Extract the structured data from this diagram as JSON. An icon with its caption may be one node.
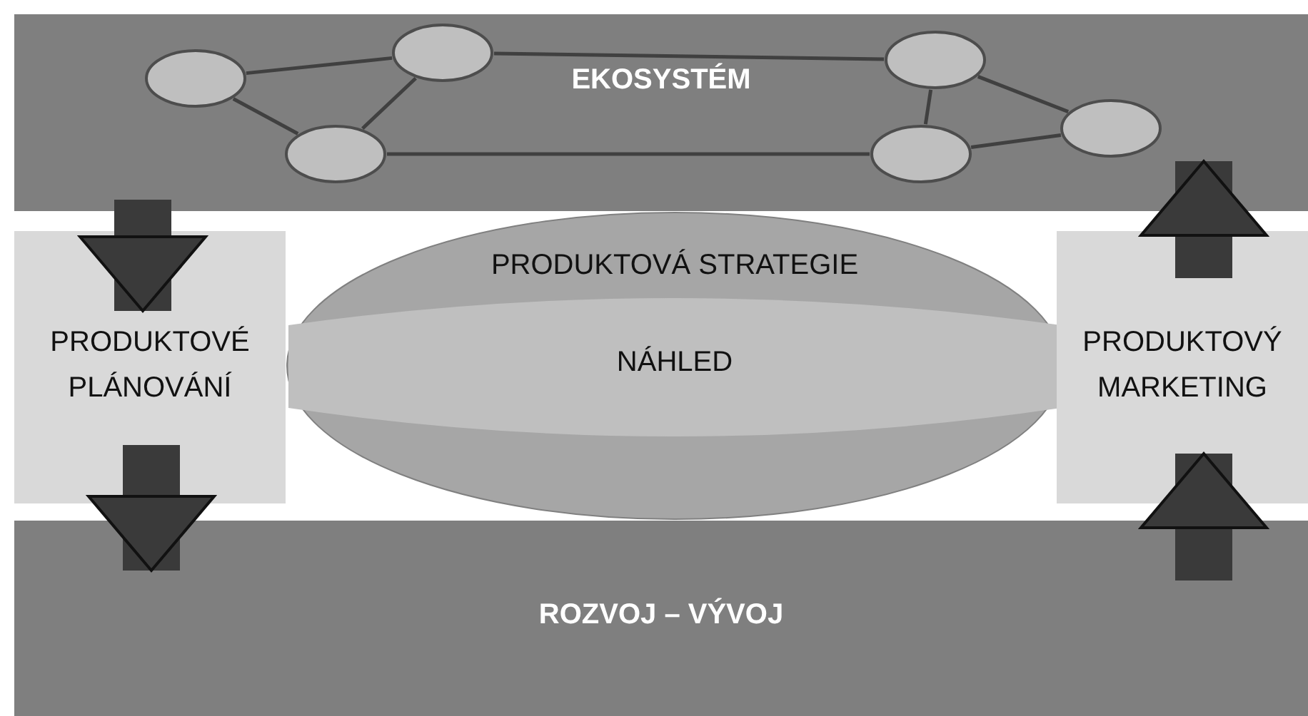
{
  "diagram": {
    "nodes": [
      {
        "text": [
          "EKOSYSTÉM"
        ]
      },
      {
        "text": [],
        "shape": "ellipse",
        "in": 0
      },
      {
        "text": [],
        "shape": "ellipse",
        "in": 0
      },
      {
        "text": [],
        "shape": "ellipse",
        "in": 0
      },
      {
        "text": [],
        "shape": "ellipse",
        "in": 0
      },
      {
        "text": [],
        "shape": "ellipse",
        "in": 0
      },
      {
        "text": [],
        "shape": "ellipse",
        "in": 0
      },
      {
        "text": [
          "PRODUKTOVÉ PLÁNOVÁNÍ"
        ]
      },
      {
        "text": [
          "PRODUKTOVÁ STRATEGIE"
        ]
      },
      {
        "text": [
          "NÁHLED"
        ],
        "in": 8
      },
      {
        "text": [
          "PRODUKTOVÝ MARKETING"
        ]
      },
      {
        "text": [
          "ROZVOJ – VÝVOJ"
        ]
      }
    ],
    "edges": [
      {
        "from": 1,
        "to": 3,
        "arrow": "none"
      },
      {
        "from": 1,
        "to": 2,
        "arrow": "none"
      },
      {
        "from": 3,
        "to": 2,
        "arrow": "none"
      },
      {
        "from": 3,
        "to": 5,
        "arrow": "none"
      },
      {
        "from": 2,
        "to": 4,
        "arrow": "none"
      },
      {
        "from": 5,
        "to": 4,
        "arrow": "none"
      },
      {
        "from": 5,
        "to": 6,
        "arrow": "none"
      },
      {
        "from": 4,
        "to": 6,
        "arrow": "none"
      },
      {
        "from": 0,
        "to": 7,
        "arrow": "to",
        "style": "thick"
      },
      {
        "from": 7,
        "to": 11,
        "arrow": "to",
        "style": "thick"
      },
      {
        "from": 11,
        "to": 10,
        "arrow": "to",
        "style": "thick"
      },
      {
        "from": 10,
        "to": 0,
        "arrow": "to",
        "style": "thick"
      }
    ]
  }
}
